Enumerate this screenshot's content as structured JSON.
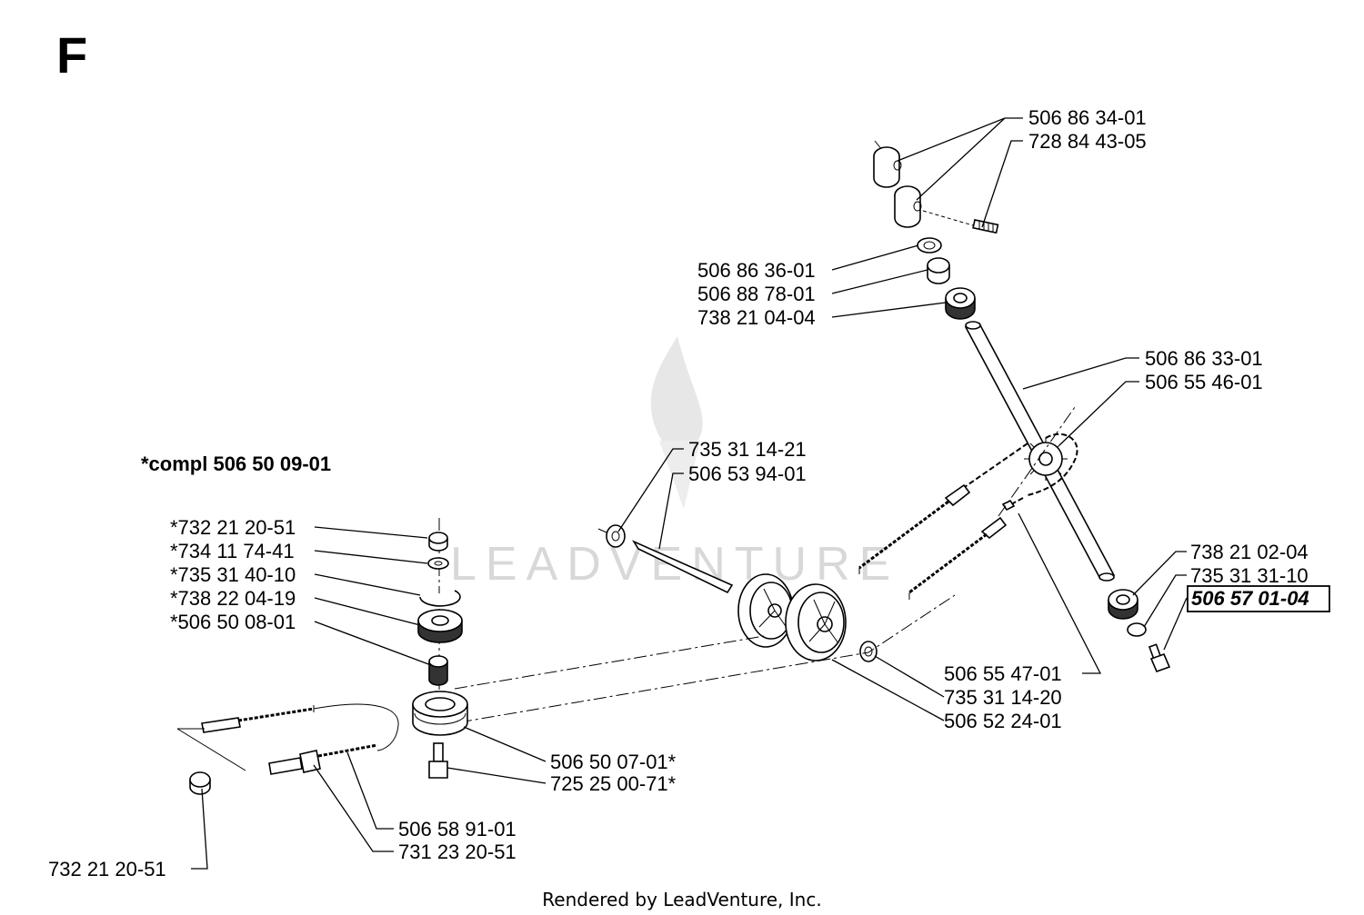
{
  "section_letter": "F",
  "assembly_label": "*compl 506 50 09-01",
  "watermark": "LEADVENTURE",
  "footer": "Rendered by LeadVenture, Inc.",
  "highlight_color": "#000000",
  "parts": [
    {
      "id": "506 86 34-01"
    },
    {
      "id": "728 84 43-05"
    },
    {
      "id": "506 86 36-01"
    },
    {
      "id": "506 88 78-01"
    },
    {
      "id": "738 21 04-04"
    },
    {
      "id": "506 86 33-01"
    },
    {
      "id": "506 55 46-01"
    },
    {
      "id": "735 31 14-21"
    },
    {
      "id": "506 53 94-01"
    },
    {
      "id": "*732 21 20-51"
    },
    {
      "id": "*734 11 74-41"
    },
    {
      "id": "*735 31 40-10"
    },
    {
      "id": "*738 22 04-19"
    },
    {
      "id": "*506 50 08-01"
    },
    {
      "id": "738 21 02-04"
    },
    {
      "id": "735 31 31-10"
    },
    {
      "id": "506 57 01-04",
      "highlighted": true
    },
    {
      "id": "506 55 47-01"
    },
    {
      "id": "735 31 14-20"
    },
    {
      "id": "506 52 24-01"
    },
    {
      "id": "506 50 07-01*"
    },
    {
      "id": "725 25 00-71*"
    },
    {
      "id": "506 58 91-01"
    },
    {
      "id": "731 23 20-51"
    },
    {
      "id": "732 21 20-51"
    }
  ]
}
